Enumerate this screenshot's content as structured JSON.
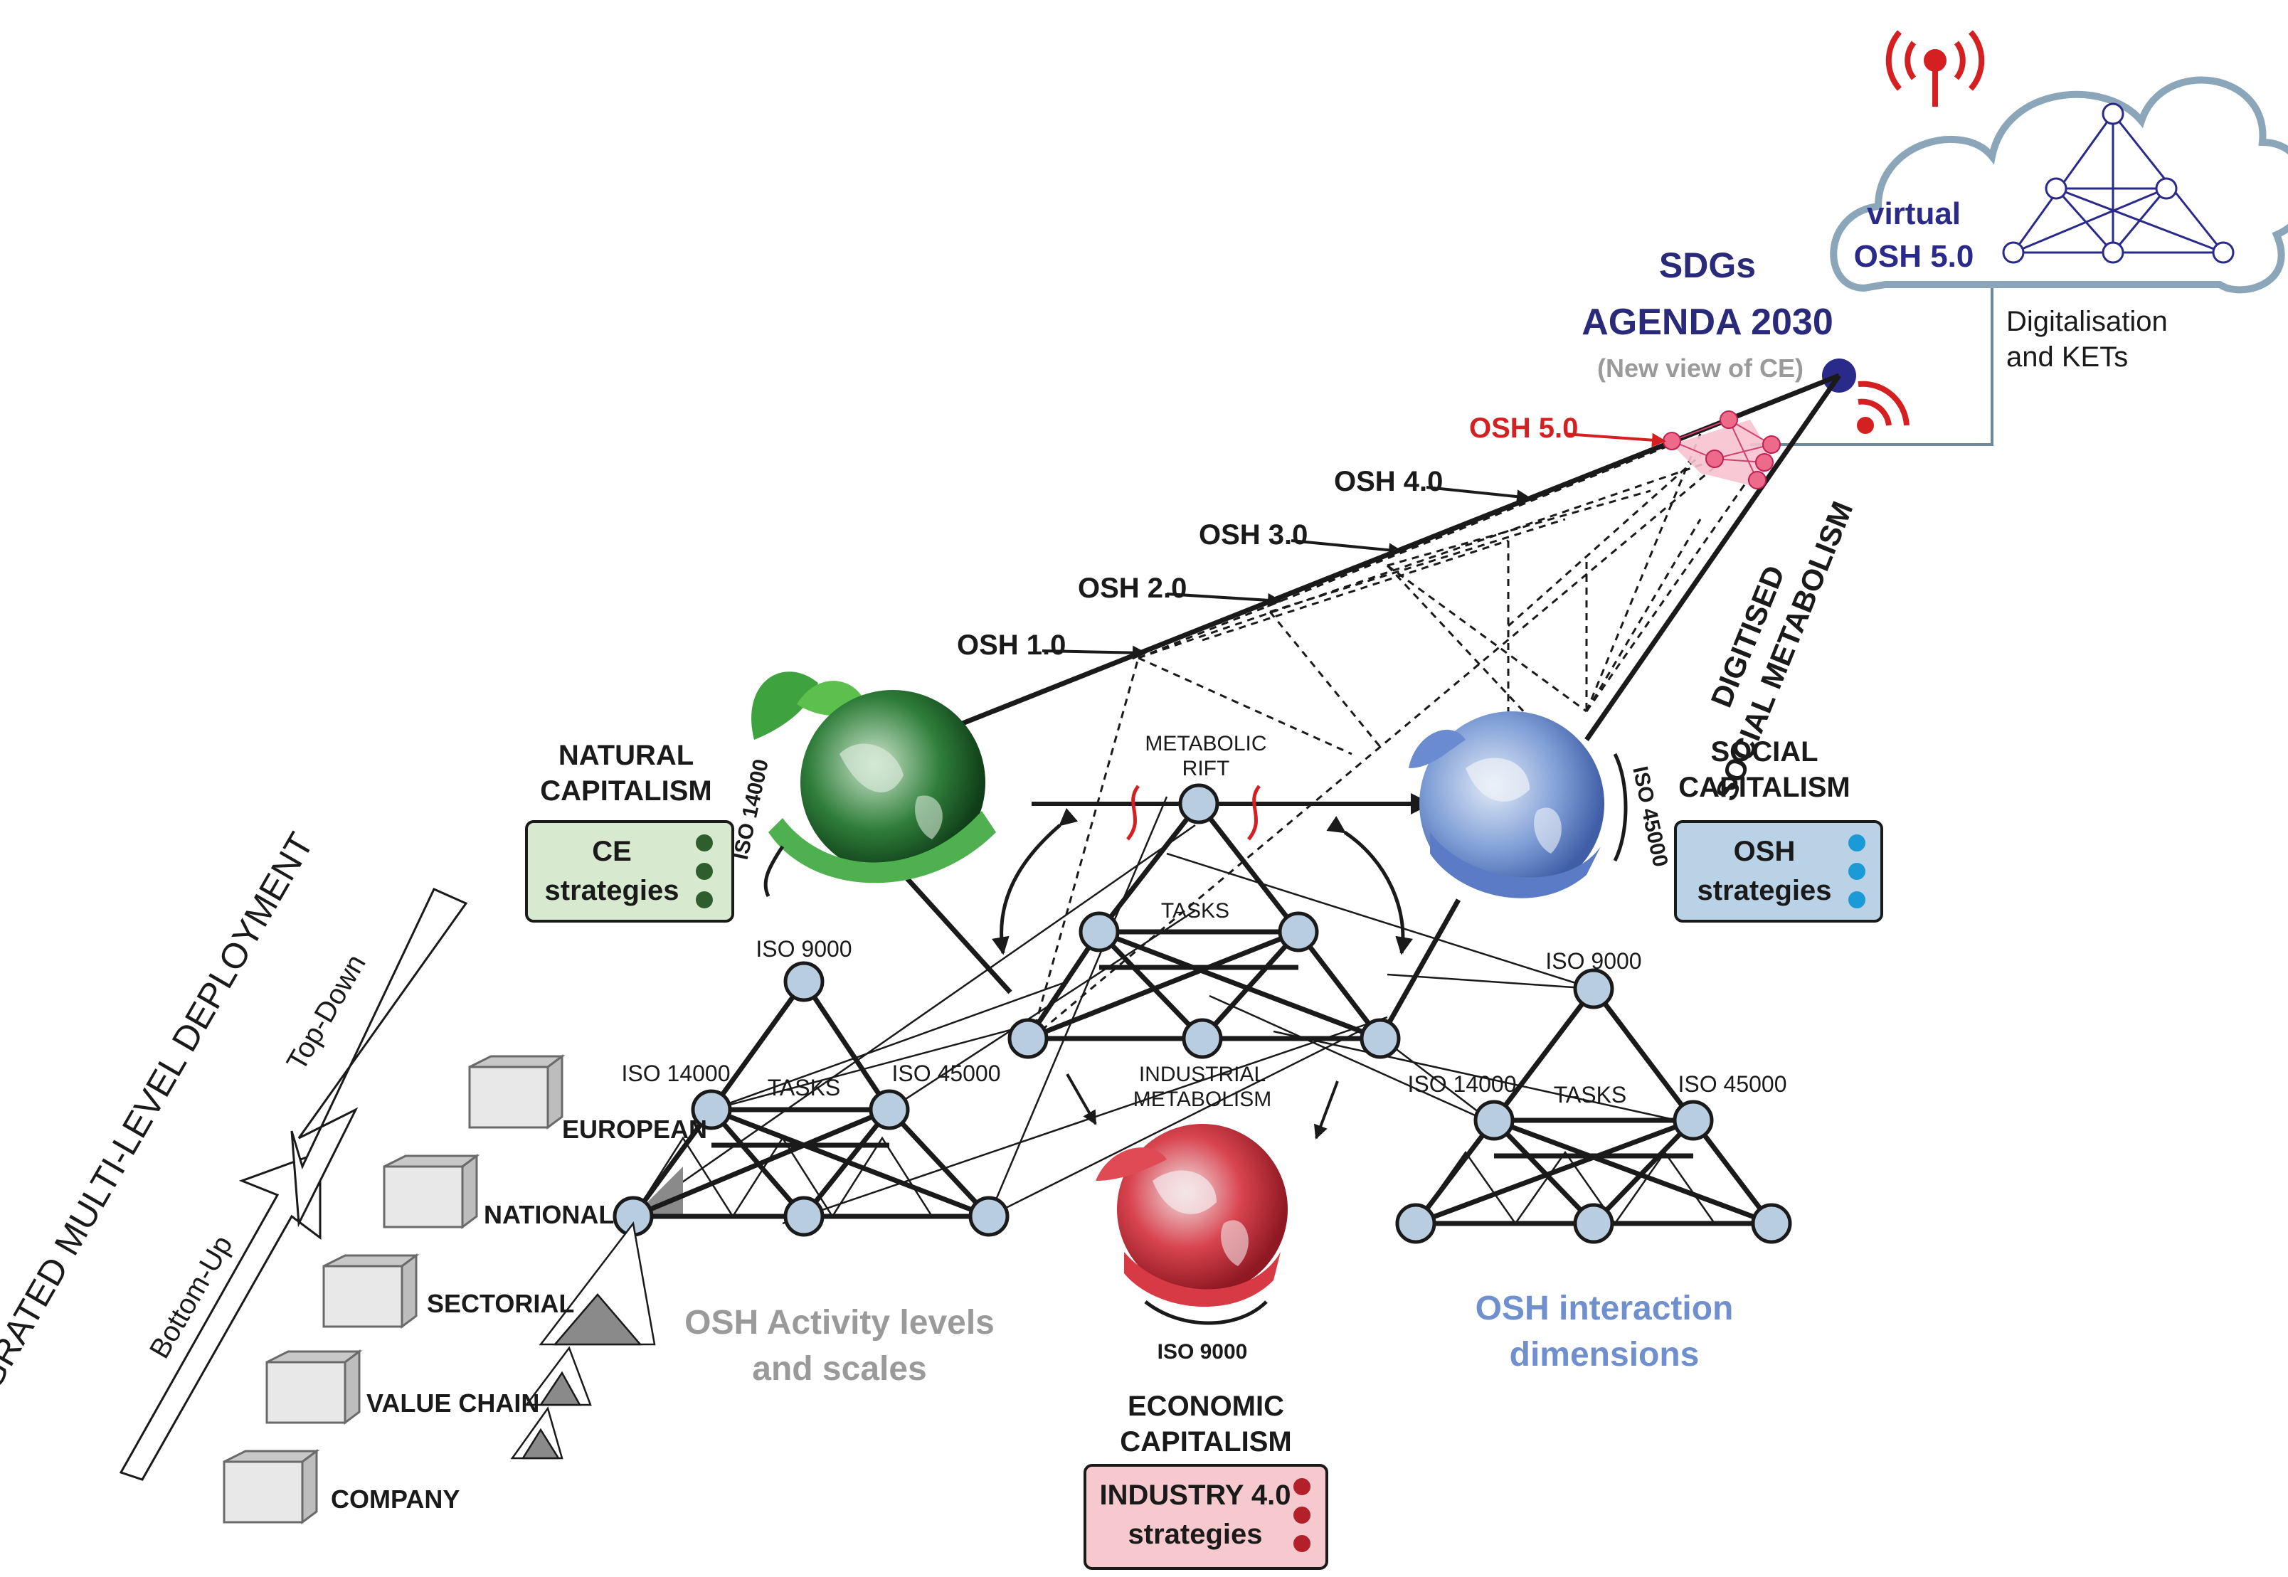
{
  "cloud": {
    "title_line1": "virtual",
    "title_line2": "OSH 5.0",
    "caption_line1": "Digitalisation",
    "caption_line2": "and KETs"
  },
  "apex": {
    "line1": "SDGs",
    "line2": "AGENDA 2030",
    "line3": "(New view of CE)"
  },
  "osh_levels": [
    "OSH 1.0",
    "OSH 2.0",
    "OSH 3.0",
    "OSH 4.0",
    "OSH 5.0"
  ],
  "digitised": {
    "line1": "DIGITISED",
    "line2": "SOCIAL METABOLISM"
  },
  "natural": {
    "title_line1": "NATURAL",
    "title_line2": "CAPITALISM",
    "box_line1": "CE",
    "box_line2": "strategies",
    "iso": "ISO 14000",
    "color": "#2e5e2e",
    "box_bg": "#d7ead0"
  },
  "social": {
    "title_line1": "SOCIAL",
    "title_line2": "CAPITALISM",
    "box_line1": "OSH",
    "box_line2": "strategies",
    "iso": "ISO 45000",
    "color": "#1a9ad6",
    "box_bg": "#b9d2e6"
  },
  "economic": {
    "title_line1": "ECONOMIC",
    "title_line2": "CAPITALISM",
    "box_line1": "INDUSTRY 4.0",
    "box_line2": "strategies",
    "iso": "ISO 9000",
    "color": "#b3202a",
    "box_bg": "#f6c9cf"
  },
  "center": {
    "rift_line1": "METABOLIC",
    "rift_line2": "RIFT",
    "tasks": "TASKS",
    "industrial_line1": "INDUSTRIAL",
    "industrial_line2": "METABOLISM"
  },
  "left_triangle": {
    "top": "ISO 9000",
    "left": "ISO 14000",
    "right": "ISO 45000",
    "tasks": "TASKS"
  },
  "right_triangle": {
    "top": "ISO 9000",
    "left": "ISO 14000",
    "right": "ISO 45000",
    "tasks": "TASKS"
  },
  "deployment": {
    "title": "INTEGRATED MULTI-LEVEL DEPLOYMENT",
    "top_down": "Top-Down",
    "bottom_up": "Bottom-Up",
    "levels": [
      "EUROPEAN",
      "NATIONAL",
      "SECTORIAL",
      "VALUE CHAIN",
      "COMPANY"
    ]
  },
  "captions": {
    "activity_line1": "OSH Activity levels",
    "activity_line2": "and scales",
    "interaction_line1": "OSH interaction",
    "interaction_line2": "dimensions",
    "activity_color": "#9a9a9a",
    "interaction_color": "#6f8fcf"
  },
  "accent": {
    "navy": "#2a2a7a",
    "red": "#d42020",
    "pink": "#f2a2b8"
  }
}
